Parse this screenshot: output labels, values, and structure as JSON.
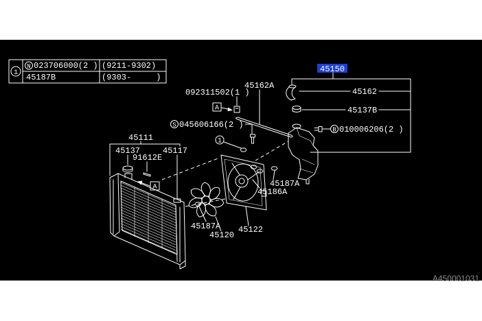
{
  "colors": {
    "page": "#ffffff",
    "canvas": "#000000",
    "ink": "#ffffff",
    "highlight": "#1e3fd6",
    "figure_id": "#8c8c8c"
  },
  "applicability_table": {
    "ref": "1",
    "rows": [
      {
        "note": "N",
        "part": "023706000(2 )",
        "period": "(9211-9302)"
      },
      {
        "part": "45187B",
        "period": "(9303-     )"
      }
    ]
  },
  "callouts": {
    "c45150": "45150",
    "c45162A": "45162A",
    "c092311502": "092311502(1 )",
    "c45162": "45162",
    "ref_a_top": "A",
    "c45137B": "45137B",
    "c045606166": {
      "note": "S",
      "part": "045606166(2 )"
    },
    "c010006206": {
      "note": "B",
      "part": "010006206(2 )"
    },
    "c45111": "45111",
    "ref_1": "1",
    "c45137": "45137",
    "c45117": "45117",
    "c91612E": "91612E",
    "ref_a_bottom": "A",
    "c45187A_upper": "45187A",
    "c45186A": "45186A",
    "c45187A_lower": "45187A",
    "c45122": "45122",
    "c45120": "45120"
  },
  "figure_id": "A450001031"
}
